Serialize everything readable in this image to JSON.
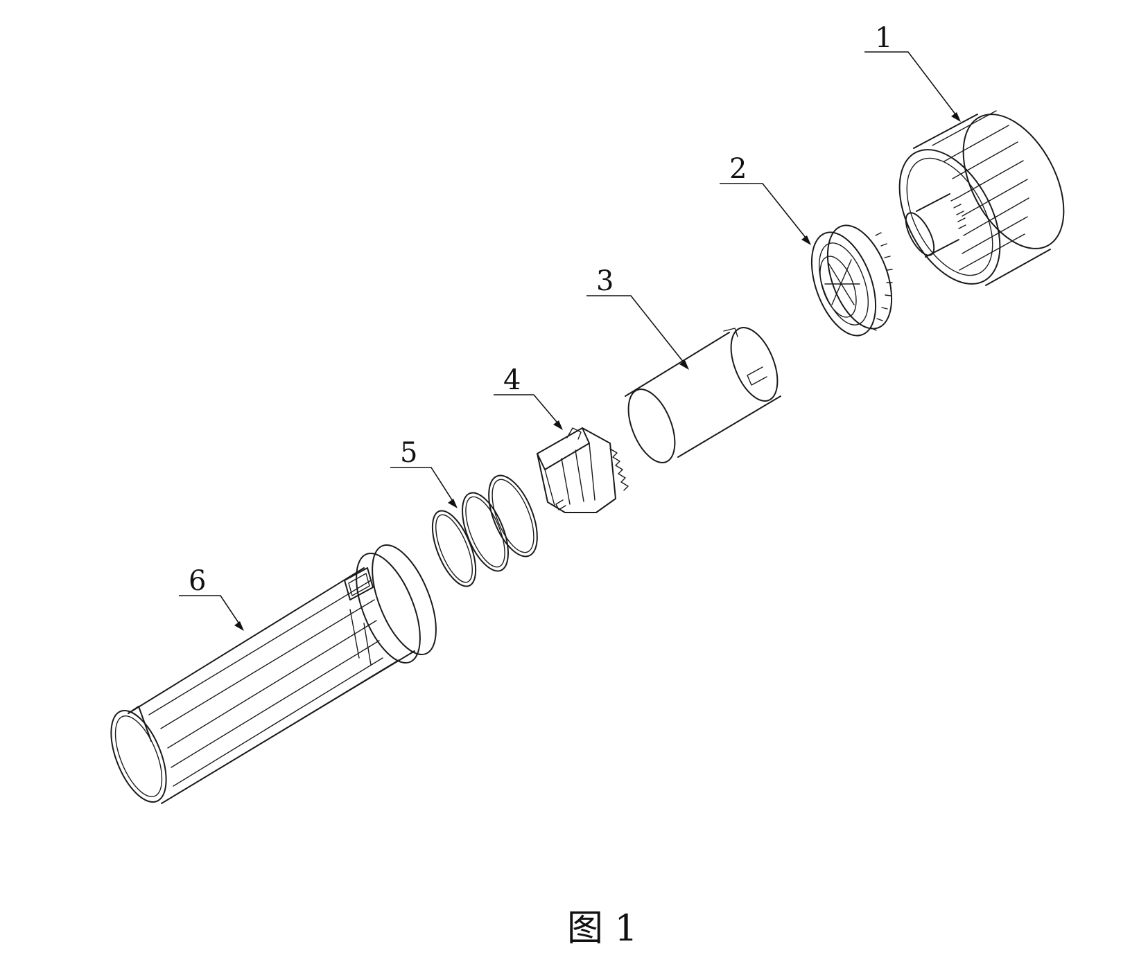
{
  "figure": {
    "caption": "图 1",
    "parts": [
      {
        "id": "part-1",
        "label": "1"
      },
      {
        "id": "part-2",
        "label": "2"
      },
      {
        "id": "part-3",
        "label": "3"
      },
      {
        "id": "part-4",
        "label": "4"
      },
      {
        "id": "part-5",
        "label": "5"
      },
      {
        "id": "part-6",
        "label": "6"
      }
    ]
  }
}
